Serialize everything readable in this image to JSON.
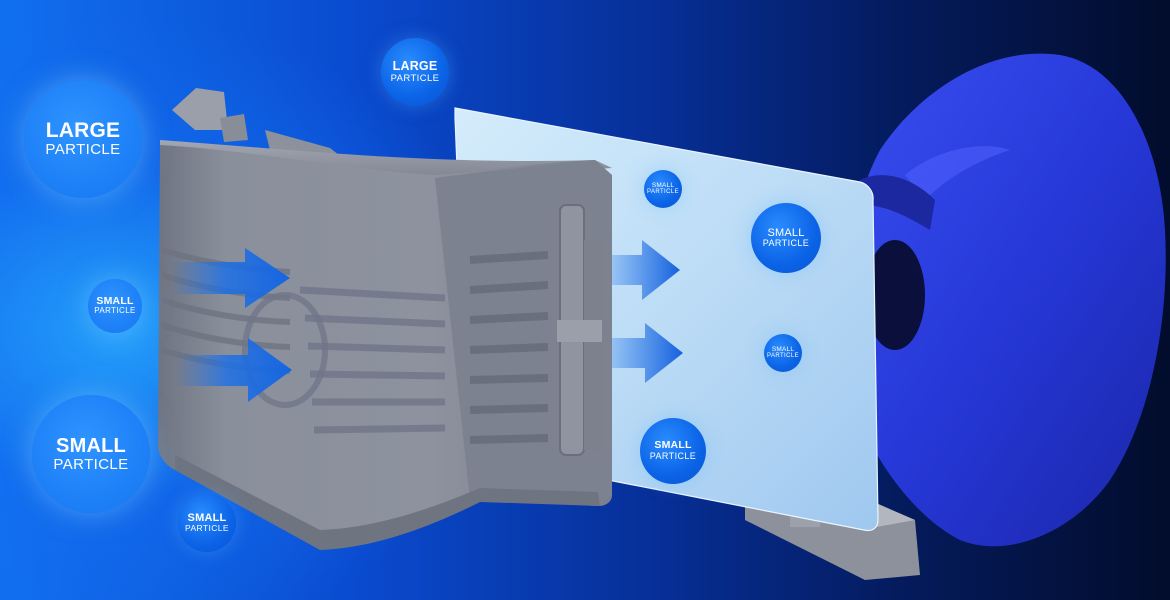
{
  "colors": {
    "background_left": "#1170ef",
    "background_right": "#020c2c",
    "bubble": "#0b63e6",
    "arrow": "#1a6fe8",
    "cartridge": "#868b98",
    "filter_card": "#bfe0f8",
    "mask": "#2b3fe0"
  },
  "icons": [
    "filter-cartridge",
    "arrow-right",
    "filter-pad",
    "half-face-mask"
  ],
  "bubbles": [
    {
      "line1": "LARGE",
      "line2": "PARTICLE"
    },
    {
      "line1": "SMALL",
      "line2": "PARTICLE"
    },
    {
      "line1": "SMALL",
      "line2": "PARTICLE"
    },
    {
      "line1": "SMALL",
      "line2": "PARTICLE"
    },
    {
      "line1": "LARGE",
      "line2": "PARTICLE"
    },
    {
      "line1": "SMALL",
      "line2": "PARTICLE"
    },
    {
      "line1": "SMALL",
      "line2": "PARTICLE"
    },
    {
      "line1": "SMALL",
      "line2": "PARTICLE"
    },
    {
      "line1": "SMALL",
      "line2": "PARTICLE"
    }
  ]
}
